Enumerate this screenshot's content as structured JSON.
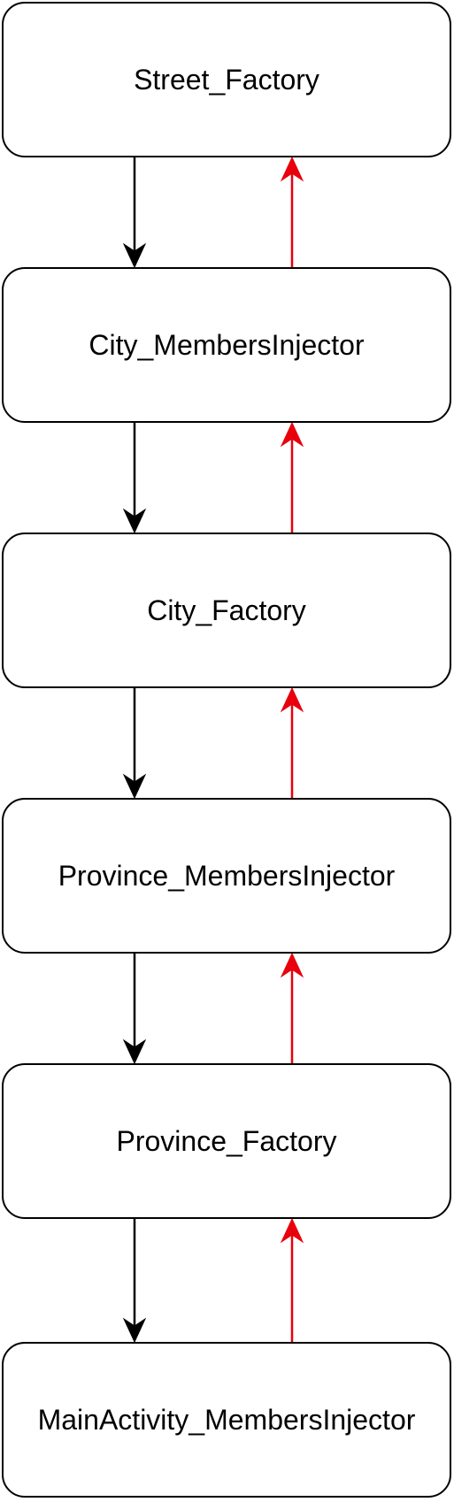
{
  "nodes": [
    {
      "id": "street_factory",
      "label": "Street_Factory"
    },
    {
      "id": "city_members_injector",
      "label": "City_MembersInjector"
    },
    {
      "id": "city_factory",
      "label": "City_Factory"
    },
    {
      "id": "province_members_injector",
      "label": "Province_MembersInjector"
    },
    {
      "id": "province_factory",
      "label": "Province_Factory"
    },
    {
      "id": "main_activity_members_injector",
      "label": "MainActivity_MembersInjector"
    }
  ],
  "edges": [
    {
      "from": "street_factory",
      "to": "city_members_injector",
      "direction": "down",
      "color": "#000000"
    },
    {
      "from": "city_members_injector",
      "to": "street_factory",
      "direction": "up",
      "color": "#e8000d"
    },
    {
      "from": "city_members_injector",
      "to": "city_factory",
      "direction": "down",
      "color": "#000000"
    },
    {
      "from": "city_factory",
      "to": "city_members_injector",
      "direction": "up",
      "color": "#e8000d"
    },
    {
      "from": "city_factory",
      "to": "province_members_injector",
      "direction": "down",
      "color": "#000000"
    },
    {
      "from": "province_members_injector",
      "to": "city_factory",
      "direction": "up",
      "color": "#e8000d"
    },
    {
      "from": "province_members_injector",
      "to": "province_factory",
      "direction": "down",
      "color": "#000000"
    },
    {
      "from": "province_factory",
      "to": "province_members_injector",
      "direction": "up",
      "color": "#e8000d"
    },
    {
      "from": "province_factory",
      "to": "main_activity_members_injector",
      "direction": "down",
      "color": "#000000"
    },
    {
      "from": "main_activity_members_injector",
      "to": "province_factory",
      "direction": "up",
      "color": "#e8000d"
    }
  ]
}
